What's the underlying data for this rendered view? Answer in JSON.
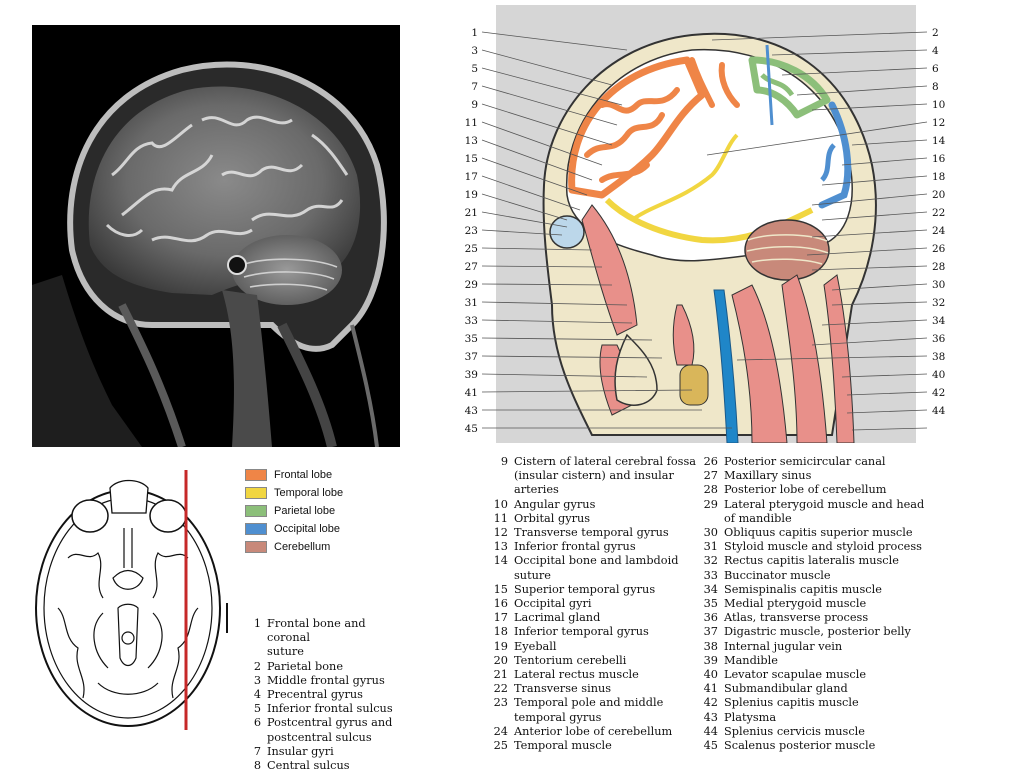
{
  "colors": {
    "frontal": "#ef8547",
    "temporal": "#f1d641",
    "parietal": "#8cbf7a",
    "occipital": "#4f8fd0",
    "cerebellum": "#c8897a",
    "muscle": "#e8908a",
    "bone": "#efe7c9",
    "vein": "#1f86c8",
    "gland": "#d9b65a",
    "panel_gray": "#d6d6d6",
    "marker_red": "#c62828"
  },
  "callouts": {
    "left": [
      "1",
      "3",
      "5",
      "7",
      "9",
      "11",
      "13",
      "15",
      "17",
      "19",
      "21",
      "23",
      "25",
      "27",
      "29",
      "31",
      "33",
      "35",
      "37",
      "39",
      "41",
      "43",
      "45"
    ],
    "right": [
      "2",
      "4",
      "6",
      "8",
      "10",
      "12",
      "14",
      "16",
      "18",
      "20",
      "22",
      "24",
      "26",
      "28",
      "30",
      "32",
      "34",
      "36",
      "38",
      "40",
      "42",
      "44"
    ]
  },
  "legend": [
    {
      "label": "Frontal lobe",
      "color": "#ef8547"
    },
    {
      "label": "Temporal lobe",
      "color": "#f1d641"
    },
    {
      "label": "Parietal lobe",
      "color": "#8cbf7a"
    },
    {
      "label": "Occipital lobe",
      "color": "#4f8fd0"
    },
    {
      "label": "Cerebellum",
      "color": "#c8897a"
    }
  ],
  "labels_col1": [
    {
      "num": "1",
      "text": "Frontal bone and coronal\nsuture"
    },
    {
      "num": "2",
      "text": "Parietal bone"
    },
    {
      "num": "3",
      "text": "Middle frontal gyrus"
    },
    {
      "num": "4",
      "text": "Precentral gyrus"
    },
    {
      "num": "5",
      "text": "Inferior frontal sulcus"
    },
    {
      "num": "6",
      "text": "Postcentral gyrus and\npostcentral sulcus"
    },
    {
      "num": "7",
      "text": "Insular gyri"
    },
    {
      "num": "8",
      "text": "Central sulcus"
    }
  ],
  "labels_col2": [
    {
      "num": "9",
      "text": "Cistern of lateral cerebral fossa\n(insular cistern) and insular\narteries"
    },
    {
      "num": "10",
      "text": "Angular gyrus"
    },
    {
      "num": "11",
      "text": "Orbital gyrus"
    },
    {
      "num": "12",
      "text": "Transverse temporal gyrus"
    },
    {
      "num": "13",
      "text": "Inferior frontal gyrus"
    },
    {
      "num": "14",
      "text": "Occipital bone and lambdoid\nsuture"
    },
    {
      "num": "15",
      "text": "Superior temporal gyrus"
    },
    {
      "num": "16",
      "text": "Occipital gyri"
    },
    {
      "num": "17",
      "text": "Lacrimal gland"
    },
    {
      "num": "18",
      "text": "Inferior temporal gyrus"
    },
    {
      "num": "19",
      "text": "Eyeball"
    },
    {
      "num": "20",
      "text": "Tentorium cerebelli"
    },
    {
      "num": "21",
      "text": "Lateral rectus muscle"
    },
    {
      "num": "22",
      "text": "Transverse sinus"
    },
    {
      "num": "23",
      "text": "Temporal pole and middle\ntemporal gyrus"
    },
    {
      "num": "24",
      "text": "Anterior lobe of cerebellum"
    },
    {
      "num": "25",
      "text": "Temporal muscle"
    }
  ],
  "labels_col3": [
    {
      "num": "26",
      "text": "Posterior semicircular canal"
    },
    {
      "num": "27",
      "text": "Maxillary sinus"
    },
    {
      "num": "28",
      "text": "Posterior lobe of cerebellum"
    },
    {
      "num": "29",
      "text": "Lateral pterygoid muscle and head\nof mandible"
    },
    {
      "num": "30",
      "text": "Obliquus capitis superior muscle"
    },
    {
      "num": "31",
      "text": "Styloid muscle and styloid process"
    },
    {
      "num": "32",
      "text": "Rectus capitis lateralis muscle"
    },
    {
      "num": "33",
      "text": "Buccinator muscle"
    },
    {
      "num": "34",
      "text": "Semispinalis capitis muscle"
    },
    {
      "num": "35",
      "text": "Medial pterygoid muscle"
    },
    {
      "num": "36",
      "text": "Atlas, transverse process"
    },
    {
      "num": "37",
      "text": "Digastric muscle, posterior belly"
    },
    {
      "num": "38",
      "text": "Internal jugular vein"
    },
    {
      "num": "39",
      "text": "Mandible"
    },
    {
      "num": "40",
      "text": "Levator scapulae muscle"
    },
    {
      "num": "41",
      "text": "Submandibular gland"
    },
    {
      "num": "42",
      "text": "Splenius capitis muscle"
    },
    {
      "num": "43",
      "text": "Platysma"
    },
    {
      "num": "44",
      "text": "Splenius cervicis muscle"
    },
    {
      "num": "45",
      "text": "Scalenus posterior muscle"
    }
  ]
}
